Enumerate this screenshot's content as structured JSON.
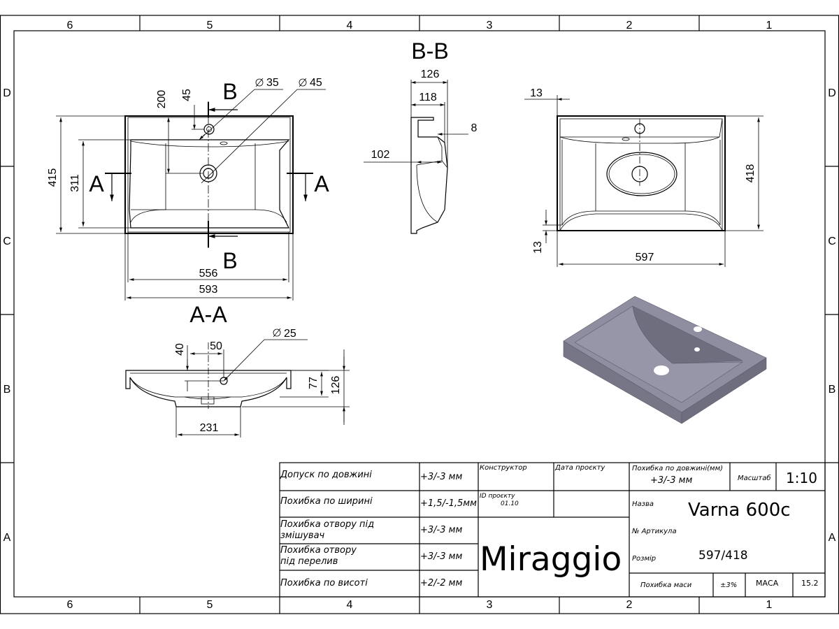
{
  "zones": {
    "top": [
      "6",
      "5",
      "4",
      "3",
      "2",
      "1"
    ],
    "bottom": [
      "6",
      "5",
      "4",
      "3",
      "2",
      "1"
    ],
    "left": [
      "D",
      "C",
      "B",
      "A"
    ],
    "right": [
      "D",
      "C",
      "B",
      "A"
    ]
  },
  "top_view": {
    "section_letter_a": "A",
    "section_letter_b": "B",
    "dim_200": "200",
    "dim_45": "45",
    "dim_d35": "35",
    "dim_d45": "45",
    "dim_415": "415",
    "dim_311": "311",
    "dim_556": "556",
    "dim_593": "593"
  },
  "section_bb": {
    "title": "B-B",
    "dim_126": "126",
    "dim_118": "118",
    "dim_8": "8",
    "dim_102": "102"
  },
  "front_view": {
    "dim_13_top": "13",
    "dim_418": "418",
    "dim_13_bottom": "13",
    "dim_597": "597"
  },
  "section_aa": {
    "title": "A-A",
    "dim_d25": "25",
    "dim_40": "40",
    "dim_50": "50",
    "dim_77": "77",
    "dim_126": "126",
    "dim_231": "231"
  },
  "title_block": {
    "rows": [
      {
        "label": "Допуск по довжині",
        "value": "+3/-3 мм"
      },
      {
        "label": "Похибка по ширині",
        "value": "+1,5/-1,5мм"
      },
      {
        "label_line1": "Похибка отвору під",
        "label_line2": "змішувач",
        "value": "+3/-3 мм"
      },
      {
        "label_line1": "Похибка отвору",
        "label_line2": "під перелив",
        "value": "+3/-3 мм"
      },
      {
        "label": "Похибка по висоті",
        "value": "+2/-2 мм"
      }
    ],
    "constructor_label": "Конструктор",
    "date_label": "Дата проєкту",
    "project_id_label": "ID проєкту",
    "project_id_value": "01.10",
    "brand": "Miraggio",
    "length_tolerance_label": "Похибка по довжині(мм)",
    "length_tolerance_value": "+3/-3 мм",
    "scale_label": "Масштаб",
    "scale_value": "1:10",
    "name_label": "Назва",
    "name_value": "Varna 600c",
    "article_label": "№ Артикула",
    "size_label": "Розмір",
    "size_value": "597/418",
    "mass_error_label": "Похибка маси",
    "mass_error_value": "±3%",
    "mass_label": "МАСА",
    "mass_value": "15.2"
  },
  "colors": {
    "render_top": "#8e8ea0",
    "render_side": "#767686",
    "render_inner": "#9696a8",
    "render_wall": "#6e6e7e"
  }
}
